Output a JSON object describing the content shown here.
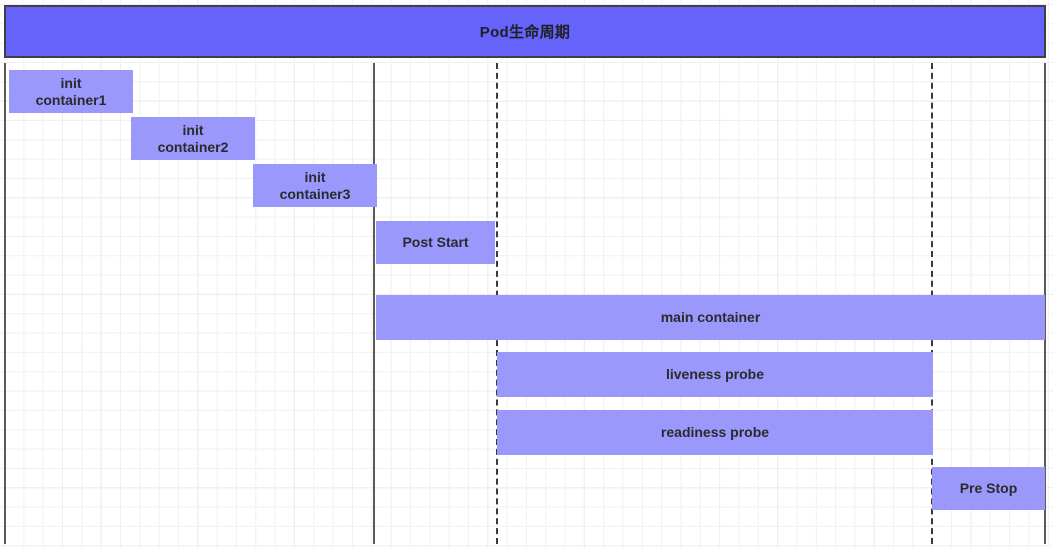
{
  "diagram": {
    "title": "Pod生命周期",
    "colors": {
      "title_bar": "#6563FA",
      "bar_fill": "#9A99FB",
      "grid_minor": "#F0F0F0",
      "grid_major": "#E2E2E2",
      "axis_line": "#5A5A5A",
      "dashed_line": "#3A3A3A",
      "text": "#2A2A2E"
    },
    "phases": [
      {
        "id": "init-container-1",
        "label": "init\ncontainer1"
      },
      {
        "id": "init-container-2",
        "label": "init\ncontainer2"
      },
      {
        "id": "init-container-3",
        "label": "init\ncontainer3"
      },
      {
        "id": "post-start",
        "label": "Post Start"
      },
      {
        "id": "main-container",
        "label": "main container"
      },
      {
        "id": "liveness-probe",
        "label": "liveness probe"
      },
      {
        "id": "readiness-probe",
        "label": "readiness probe"
      },
      {
        "id": "pre-stop",
        "label": "Pre Stop"
      }
    ],
    "markers": [
      {
        "id": "container-start-line",
        "style": "solid"
      },
      {
        "id": "probe-start-line",
        "style": "dashed"
      },
      {
        "id": "probe-end-line",
        "style": "dashed"
      },
      {
        "id": "timeline-end-line",
        "style": "solid"
      },
      {
        "id": "timeline-origin-line",
        "style": "solid"
      }
    ]
  }
}
